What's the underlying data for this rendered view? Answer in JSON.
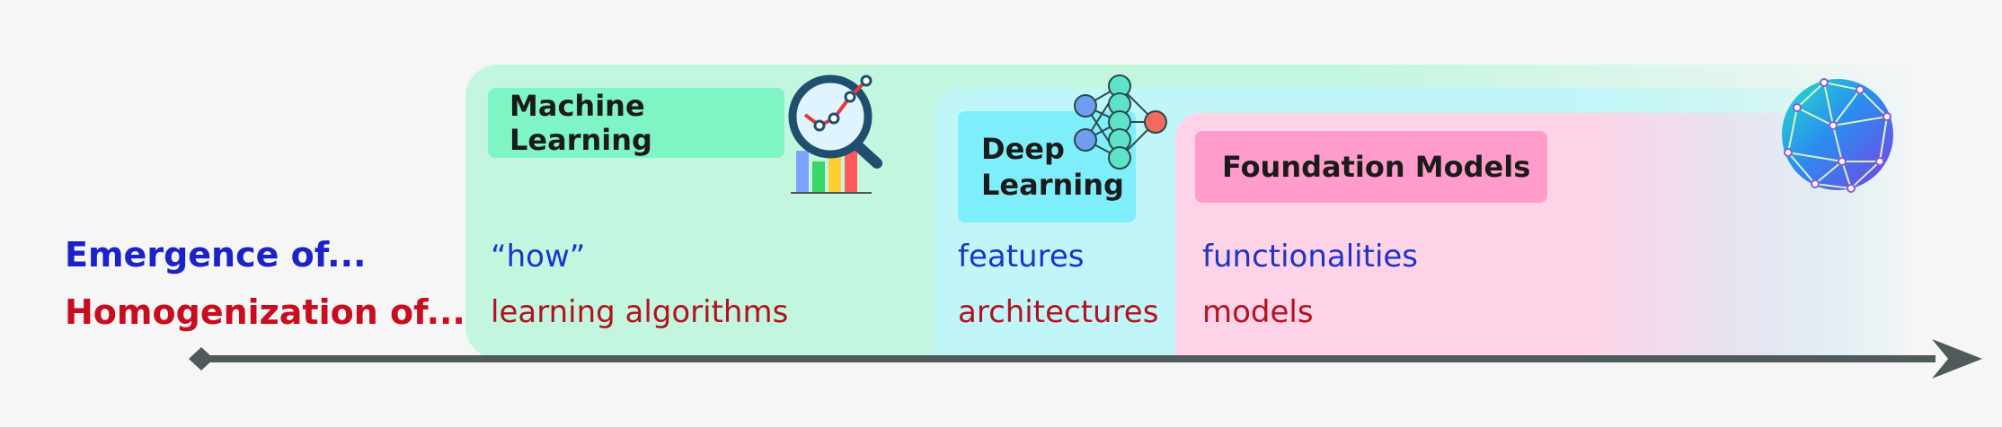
{
  "rows": {
    "emergence_label": "Emergence of...",
    "homogenization_label": "Homogenization of..."
  },
  "eras": [
    {
      "title": "Machine Learning",
      "emergence": "“how”",
      "homogenization": "learning algorithms",
      "icon": "magnifier-chart-icon"
    },
    {
      "title": "Deep Learning",
      "emergence": "features",
      "homogenization": "architectures",
      "icon": "neural-network-icon"
    },
    {
      "title": "Foundation Models",
      "emergence": "functionalities",
      "homogenization": "models",
      "icon": "globe-network-icon"
    }
  ],
  "colors": {
    "machine_learning": "#7ff5c6",
    "deep_learning": "#7eeefb",
    "foundation_models": "#ff9ccc",
    "emergence_text": "#1b22c8",
    "homogenization_text": "#c80d1f",
    "timeline_arrow": "#4f5a5a"
  }
}
